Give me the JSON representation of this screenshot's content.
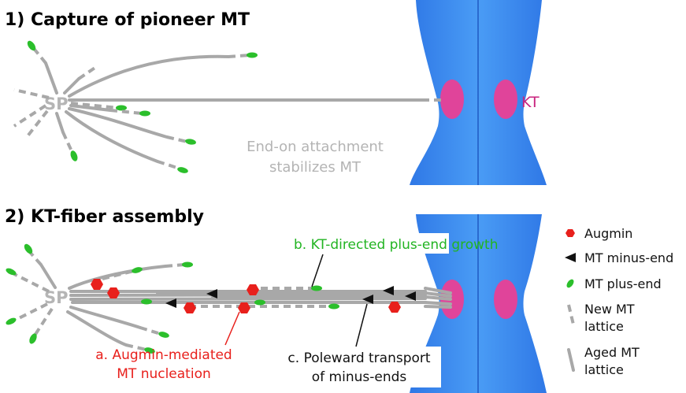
{
  "panel1": {
    "title": "1) Capture of pioneer MT",
    "sp_label": "SP",
    "kt_label": "KT",
    "note_line1": "End-on attachment",
    "note_line2": "stabilizes MT"
  },
  "panel2": {
    "title": "2) KT-fiber assembly",
    "sp_label": "SP",
    "annotation_b": "b. KT-directed plus-end growth",
    "annotation_a_line1": "a. Augmin-mediated",
    "annotation_a_line2": "MT nucleation",
    "annotation_c_line1": "c. Poleward transport",
    "annotation_c_line2": "of minus-ends"
  },
  "legend": {
    "augmin": "Augmin",
    "minus_end": "MT minus-end",
    "plus_end": "MT plus-end",
    "new_lattice_line1": "New MT",
    "new_lattice_line2": "lattice",
    "aged_lattice_line1": "Aged MT",
    "aged_lattice_line2": "lattice"
  },
  "colors": {
    "chromosome": "#3f8ef0",
    "kinetochore": "#e0449a",
    "plus_end": "#2bbf2b",
    "augmin": "#e8201c",
    "microtubule": "#a8a8a8"
  }
}
